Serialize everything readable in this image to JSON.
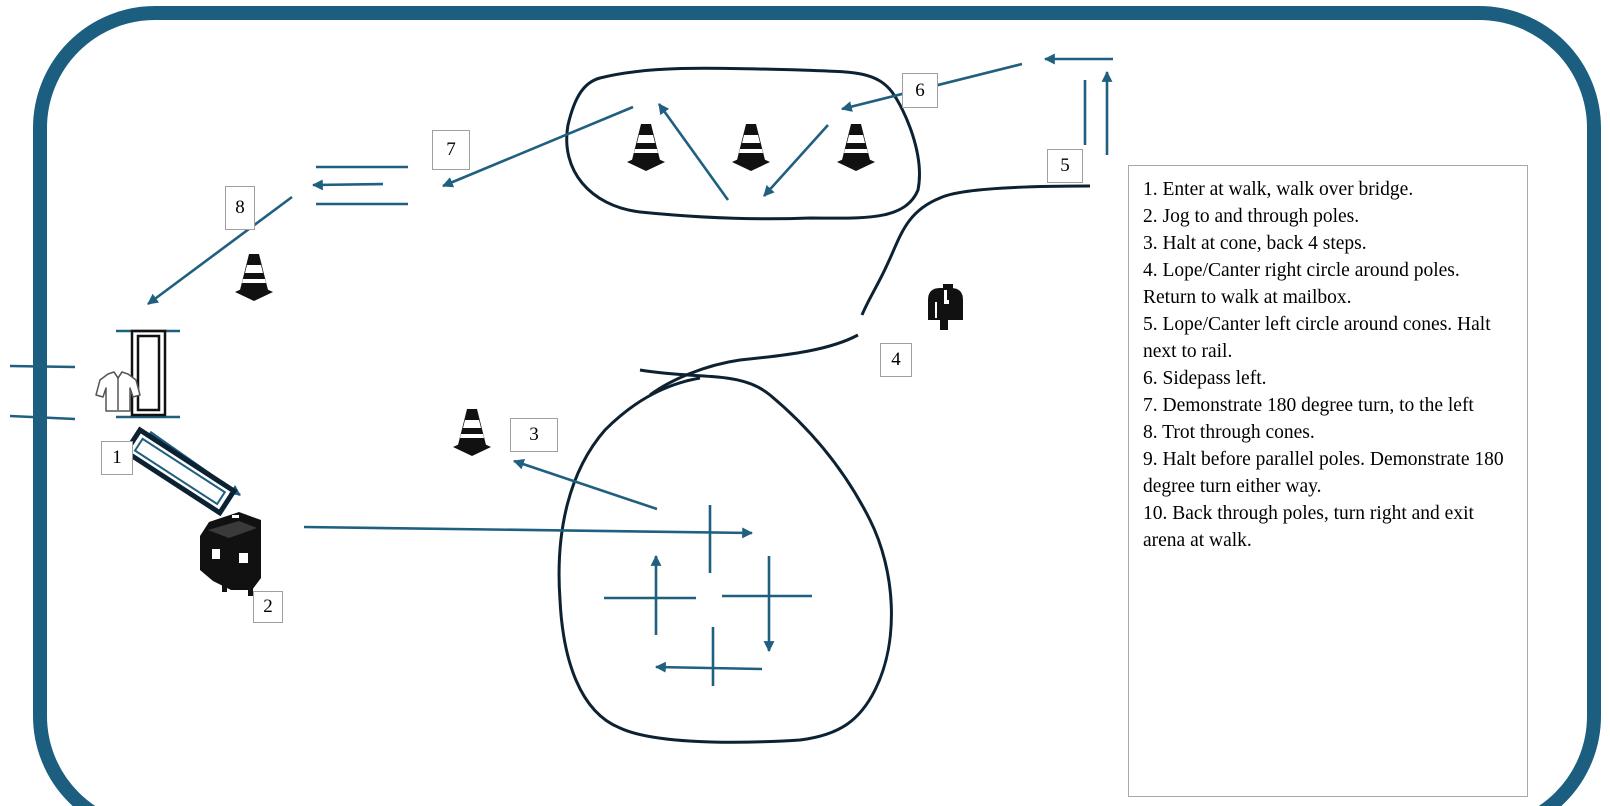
{
  "colors": {
    "arena_border": "#1b5e80",
    "arrow": "#1f5f7f",
    "rail": "#1f5f7f",
    "path_line": "#0c2233",
    "obstacle": "#111111",
    "label_border": "#a0a0a0"
  },
  "icons": [
    "traffic-cone-icon",
    "mailbox-icon",
    "shirt-icon",
    "mounting-block-icon",
    "bridge-icon"
  ],
  "markers": [
    "1",
    "2",
    "3",
    "4",
    "5",
    "6",
    "7",
    "8"
  ],
  "instructions": [
    "1.  Enter at walk, walk over bridge.",
    "2.  Jog to and through poles.",
    "3.  Halt at cone, back 4 steps.",
    "4.  Lope/Canter right circle around poles. Return to walk at mailbox.",
    "5.  Lope/Canter left circle around cones.  Halt next to rail.",
    "6.  Sidepass left.",
    "7.  Demonstrate 180 degree turn, to the left",
    "8.  Trot through cones.",
    "9. Halt before parallel poles. Demonstrate 180 degree turn either way.",
    "10.  Back through poles, turn right and exit arena at walk."
  ]
}
